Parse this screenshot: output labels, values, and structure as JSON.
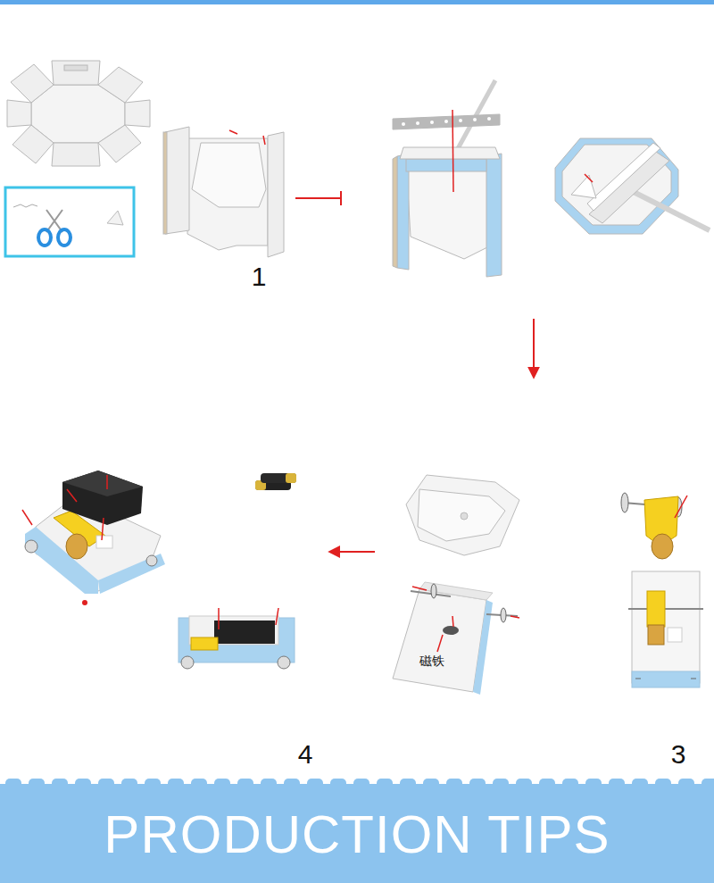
{
  "diagram": {
    "nodes": [
      {
        "text": [
          "PRODUCTION TIPS"
        ]
      }
    ],
    "labels": [
      "1",
      "3",
      "4",
      "磁铁"
    ]
  }
}
